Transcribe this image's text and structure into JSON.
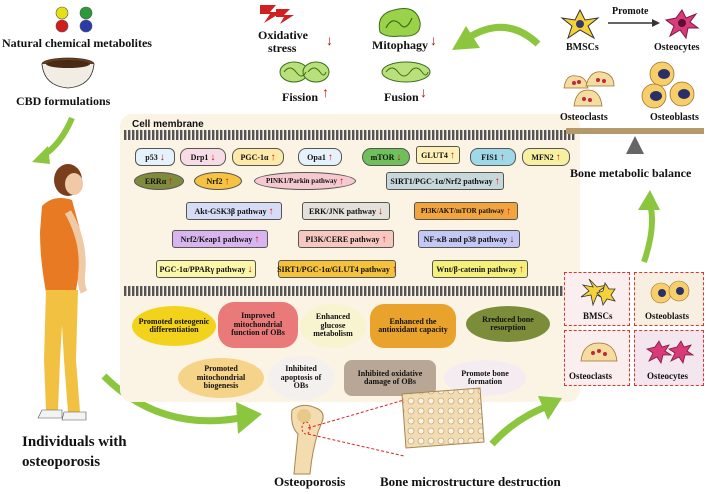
{
  "top_left": {
    "natural_label": "Natural chemical metabolites",
    "cbd_label": "CBD formulations",
    "individuals_label_line1": "Individuals with",
    "individuals_label_line2": "osteoporosis"
  },
  "mito": {
    "oxidative_line1": "Oxidative",
    "oxidative_line2": "stress",
    "mitophagy": "Mitophagy",
    "fission": "Fission",
    "fusion": "Fusion"
  },
  "cell": {
    "membrane_label": "Cell membrane",
    "row1": [
      {
        "label": "p53",
        "dir": "down",
        "color": "#e6f2fb"
      },
      {
        "label": "Drp1",
        "dir": "down",
        "color": "#f7dce6"
      },
      {
        "label": "PGC-1α",
        "dir": "up",
        "color": "#fde9a8"
      },
      {
        "label": "Opa1",
        "dir": "up",
        "color": "#e6f2fb"
      },
      {
        "label": "mTOR",
        "dir": "down",
        "color": "#6fbf5b"
      },
      {
        "label": "GLUT4",
        "dir": "up",
        "color": "#fdf0b8"
      },
      {
        "label": "FIS1",
        "dir": "up",
        "color": "#9fd8e6"
      },
      {
        "label": "MFN2",
        "dir": "up",
        "color": "#f6f0a0"
      }
    ],
    "row2": [
      {
        "label": "ERRα",
        "dir": "up",
        "color": "#7f8a3c"
      },
      {
        "label": "Nrf2",
        "dir": "up",
        "color": "#f5c242"
      },
      {
        "label": "PINK1/Parkin pathway",
        "dir": "up",
        "color": "#f5c9cf"
      },
      {
        "label": "SIRT1/PGC-1α/Nrf2 pathway",
        "dir": "up",
        "color": "#c7d8da"
      }
    ],
    "pathways": [
      {
        "label": "Akt-GSK3β pathway",
        "dir": "up",
        "color": "#d6dcf5"
      },
      {
        "label": "ERK/JNK pathway",
        "dir": "down",
        "color": "#e3e1da"
      },
      {
        "label": "PI3K/AKT/mTOR pathway",
        "dir": "up",
        "color": "#f2a53f"
      },
      {
        "label": "Nrf2/Keap1 pathway",
        "dir": "up",
        "color": "#d9b5f0"
      },
      {
        "label": "PI3K/CERE pathway",
        "dir": "up",
        "color": "#f6c8c0"
      },
      {
        "label": "NF-κB and p38 pathway",
        "dir": "down",
        "color": "#c4c8f5"
      },
      {
        "label": "PGC-1α/PPARγ pathway",
        "dir": "down",
        "color": "#fbf6a8"
      },
      {
        "label": "SIRT1/PGC-1α/GLUT4 pathway",
        "dir": "up",
        "color": "#f6c23b"
      },
      {
        "label": "Wnt/β-catenin pathway",
        "dir": "up",
        "color": "#f4f07a"
      }
    ],
    "outcomes_row1": [
      {
        "label": "Promoted osteogenic differentiation",
        "color": "#f2d21a"
      },
      {
        "label": "Improved mitochondrial function of OBs",
        "color": "#ea7a7a"
      },
      {
        "label": "Enhanced glucose metabolism",
        "color": "#f8f4d0"
      },
      {
        "label": "Enhanced the antioxidant capacity",
        "color": "#e9a32c"
      },
      {
        "label": "Rreduced bone resorption",
        "color": "#7c8d3a"
      }
    ],
    "outcomes_row2": [
      {
        "label": "Promoted mitochondrial biogenesis",
        "color": "#f5d389"
      },
      {
        "label": "Inhibited apoptosis of OBs",
        "color": "#f3f0ee"
      },
      {
        "label": "Inhibited oxidative damage of OBs",
        "color": "#b8a797"
      },
      {
        "label": "Promote bone formation",
        "color": "#f5ecf2"
      }
    ]
  },
  "right": {
    "bmscs": "BMSCs",
    "promote": "Promote",
    "osteocytes": "Osteocytes",
    "osteoclasts": "Osteoclasts",
    "osteoblasts": "Osteoblasts",
    "balance": "Bone metabolic balance",
    "box_bmscs": "BMSCs",
    "box_osteoblasts": "Osteoblasts",
    "box_osteoclasts": "Osteoclasts",
    "box_osteocytes": "Osteocytes"
  },
  "bottom": {
    "osteoporosis": "Osteoporosis",
    "destruction": "Bone microstructure destruction"
  }
}
